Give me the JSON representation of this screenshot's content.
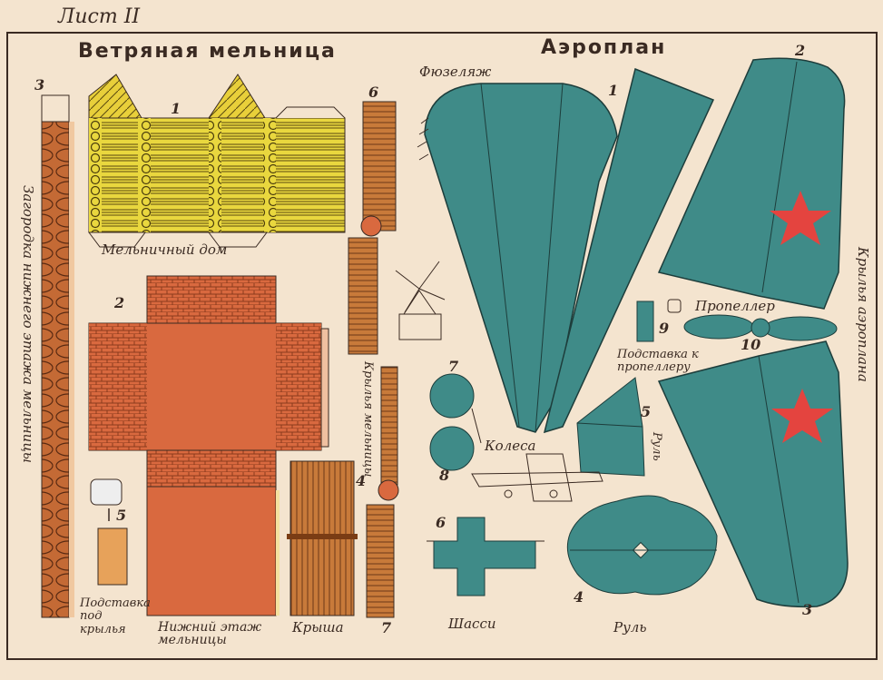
{
  "sheet_label": "Лист II",
  "windmill": {
    "title": "Ветряная мельница",
    "labels": {
      "house": "Мельничный дом",
      "fence": "Загородка нижнего этажа мельницы",
      "wings": "Крылья мельницы",
      "lower_floor": "Нижний этаж мельницы",
      "roof": "Крыша",
      "wing_stand": "Подставка под крылья"
    },
    "numbers": {
      "n1": "1",
      "n2": "2",
      "n3": "3",
      "n4": "4",
      "n5": "5",
      "n6": "6",
      "n7": "7"
    }
  },
  "airplane": {
    "title": "Аэроплан",
    "labels": {
      "fuselage": "Фюзеляж",
      "wings": "Крылья аэроплана",
      "propeller": "Пропеллер",
      "propeller_stand": "Подставка к пропеллеру",
      "wheels": "Колеса",
      "rudder_v": "Руль",
      "rudder": "Руль",
      "chassis": "Шасси"
    },
    "numbers": {
      "n1": "1",
      "n2": "2",
      "n3": "3",
      "n4": "4",
      "n5": "5",
      "n6": "6",
      "n7": "7",
      "n8": "8",
      "n9": "9",
      "n10": "10"
    }
  },
  "colors": {
    "paper": "#f4e4cf",
    "teal": "#3f8b88",
    "brick": "#d9693f",
    "log_yellow": "#e9d73e",
    "wood": "#c47a2b",
    "star_red": "#e4443f"
  }
}
